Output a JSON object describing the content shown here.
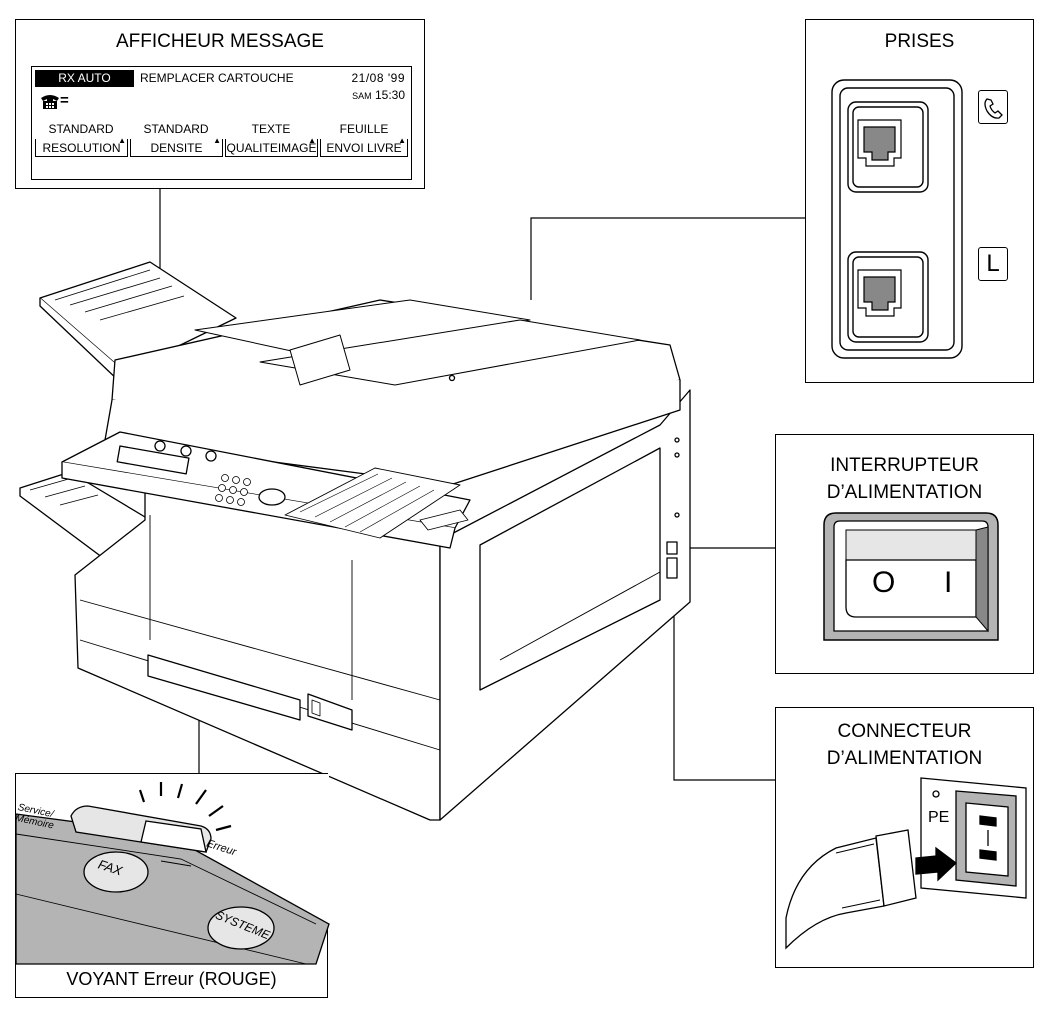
{
  "display": {
    "title": "AFFICHEUR MESSAGE",
    "mode": "RX AUTO",
    "message": "REMPLACER CARTOUCHE",
    "date": "21/08  '99",
    "day": "SAM",
    "time": "15:30",
    "phone_status": "=",
    "settings": [
      "STANDARD",
      "STANDARD",
      "TEXTE",
      "FEUILLE"
    ],
    "function_keys": [
      "RESOLUTION",
      "DENSITE",
      "QUALITEIMAGE",
      "ENVOI LIVRE"
    ]
  },
  "jacks": {
    "title": "PRISES",
    "line_symbol": "L"
  },
  "power_switch": {
    "title_line1": "INTERRUPTEUR",
    "title_line2": "D’ALIMENTATION",
    "off_symbol": "O",
    "on_symbol": "I"
  },
  "power_connector": {
    "title_line1": "CONNECTEUR",
    "title_line2": "D’ALIMENTATION",
    "ground_label": "PE"
  },
  "error_lamp": {
    "caption": "VOYANT Erreur (ROUGE)",
    "service_label": "Service/",
    "memory_label": "Mémoire",
    "error_label": "Erreur",
    "fax_button": "FAX",
    "system_button": "SYSTEME",
    "lamp_color": "#ff0000"
  },
  "colors": {
    "line": "#000000",
    "panel_gray": "#b4b4b4",
    "light_gray": "#e6e6e6"
  }
}
